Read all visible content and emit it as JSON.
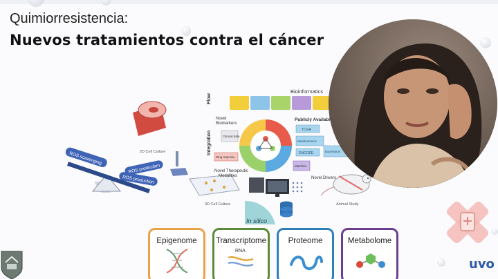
{
  "slide": {
    "title": "Quimiorresistencia:",
    "subtitle": "Nuevos tratamientos contra el cáncer"
  },
  "figure": {
    "labels": {
      "flow": "Flow",
      "integration": "Integration",
      "bioinformatics": "Bioinformatics",
      "novel_biomarkers": "Novel\nBiomarkers",
      "publicly_available": "Publicly Available",
      "tcga": "TCGA",
      "metabolomics_workbench": "Metabolomics\nWorkbench",
      "encode": "ENCODE",
      "expression_atlas": "Expression\nAtlas",
      "clinical_data": "Clinical\ndata",
      "drug_response": "Drug response\nProfiles",
      "machine_learning": "Machine\nLearning",
      "novel_therapeutic": "Novel Therapeutic\nModalities",
      "novel_drivers": "Novel Drivers",
      "ros_scavenging": "ROS scavenging",
      "ros_production_1": "ROS production",
      "ros_production_2": "ROS production",
      "cell_2d": "2D Cell Culture",
      "cell_3d": "3D Cell Culture",
      "animal_study": "Animal Study",
      "in_silico": "In silico"
    }
  },
  "omics": [
    {
      "label": "Epigenome",
      "color": "#e8a24a"
    },
    {
      "label": "Transcriptome",
      "color": "#5a8a3a"
    },
    {
      "label": "Proteome",
      "color": "#2f7fb8"
    },
    {
      "label": "Metabolome",
      "color": "#6b3e8e"
    }
  ],
  "omics_sublabels": {
    "rna": "RNA"
  },
  "colors": {
    "accent_purple": "#6b3e8e",
    "accent_blue": "#2f7fb8",
    "accent_green": "#5a8a3a",
    "accent_orange": "#e8a24a",
    "cross_pink": "#f3b9b5"
  },
  "logos": {
    "right_text": "uvo"
  }
}
